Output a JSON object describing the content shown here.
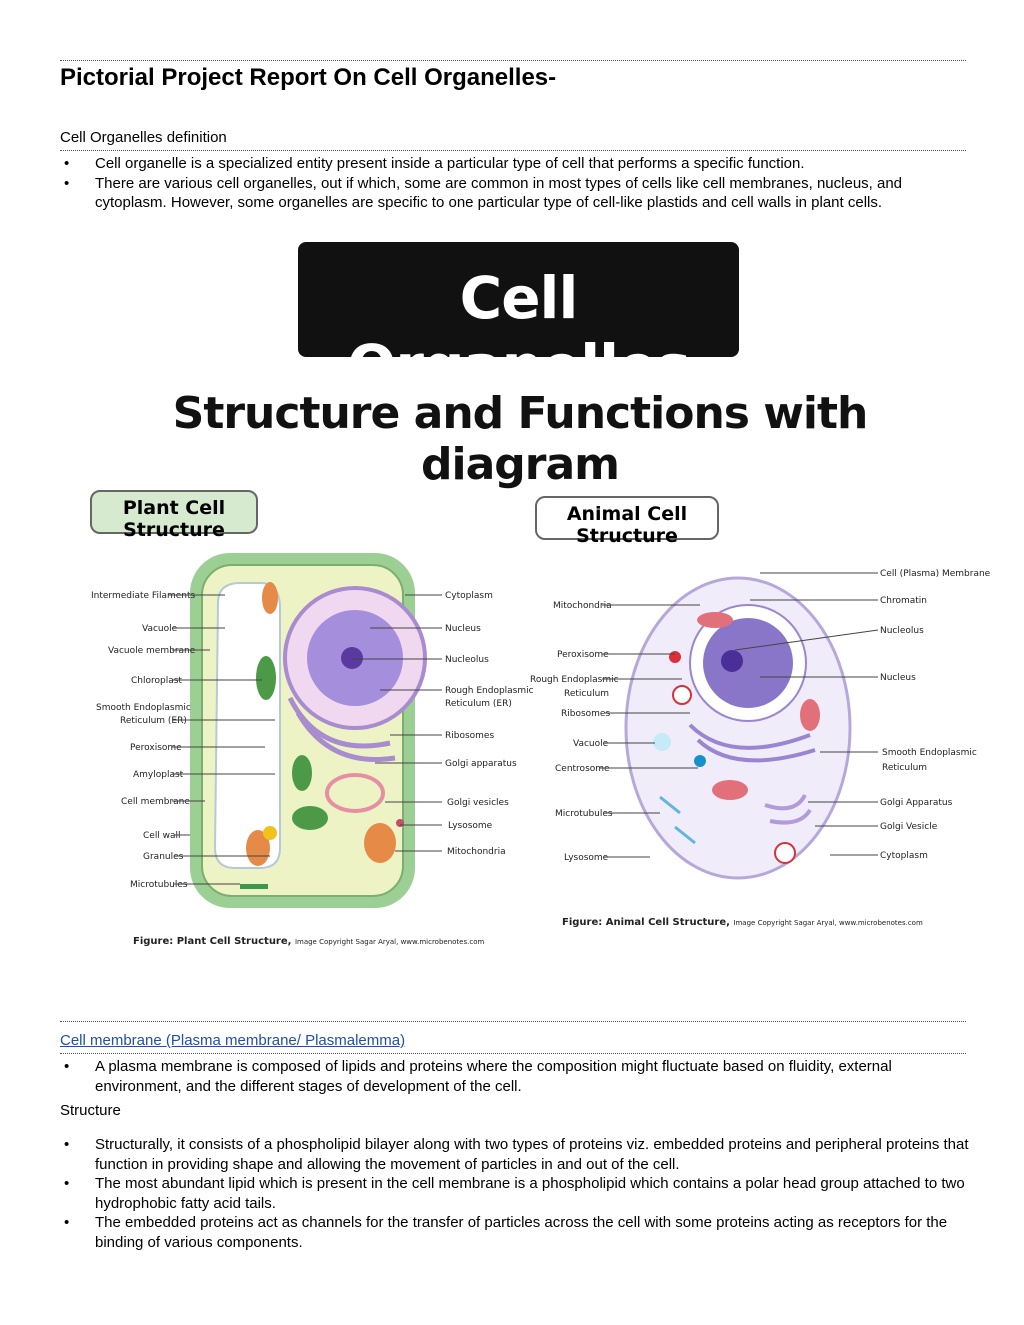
{
  "doc": {
    "title": "Pictorial Project Report On Cell Organelles-",
    "section1": {
      "heading": "Cell Organelles definition",
      "bullets": [
        "Cell organelle is a specialized entity present inside a particular type of cell that performs a specific function.",
        "There are various cell organelles, out if which, some are common in most types of cells like cell membranes, nucleus, and cytoplasm. However, some organelles are specific to one particular type of cell-like plastids and cell walls in plant cells."
      ]
    },
    "figure": {
      "banner": "Cell Organelles",
      "subtitle": "Structure and Functions with diagram",
      "plant": {
        "heading": "Plant Cell Structure",
        "left_labels": [
          "Intermediate Filaments",
          "Vacuole",
          "Vacuole membrane",
          "Chloroplast",
          "Smooth Endoplasmic",
          "Reticulum (ER)",
          "Peroxisome",
          "Amyloplast",
          "Cell membrane",
          "Cell wall",
          "Granules",
          "Microtubules"
        ],
        "right_labels": [
          "Cytoplasm",
          "Nucleus",
          "Nucleolus",
          "Rough Endoplasmic",
          "Reticulum (ER)",
          "Ribosomes",
          "Golgi apparatus",
          "Golgi vesicles",
          "Lysosome",
          "Mitochondria"
        ],
        "caption": "Figure: Plant Cell Structure,",
        "credit": "Image Copyright Sagar Aryal, www.microbenotes.com"
      },
      "animal": {
        "heading": "Animal Cell Structure",
        "left_labels": [
          "Mitochondria",
          "Peroxisome",
          "Rough Endoplasmic",
          "Reticulum",
          "Ribosomes",
          "Vacuole",
          "Centrosome",
          "Microtubules",
          "Lysosome"
        ],
        "right_labels": [
          "Cell (Plasma) Membrane",
          "Chromatin",
          "Nucleolus",
          "Nucleus",
          "Smooth Endoplasmic",
          "Reticulum",
          "Golgi Apparatus",
          "Golgi Vesicle",
          "Cytoplasm"
        ],
        "caption": "Figure: Animal Cell Structure,",
        "credit": "Image Copyright Sagar Aryal, www.microbenotes.com"
      }
    },
    "section2": {
      "heading": "Cell membrane (Plasma membrane/ Plasmalemma)",
      "bullets": [
        "A plasma membrane is composed of lipids and proteins where the composition might fluctuate based on fluidity, external environment, and the different stages of development of the cell."
      ],
      "structure_label": "Structure",
      "structure_bullets": [
        "Structurally, it consists of a phospholipid bilayer along with two types of proteins viz. embedded proteins and peripheral proteins that function in providing shape and allowing the movement of particles in and out of the cell.",
        "The most abundant lipid which is present in the cell membrane is a phospholipid which contains a polar head group attached to two hydrophobic fatty acid tails.",
        "The embedded proteins act as channels for the transfer of particles across the cell with some proteins acting as receptors for the binding of various components."
      ]
    }
  }
}
